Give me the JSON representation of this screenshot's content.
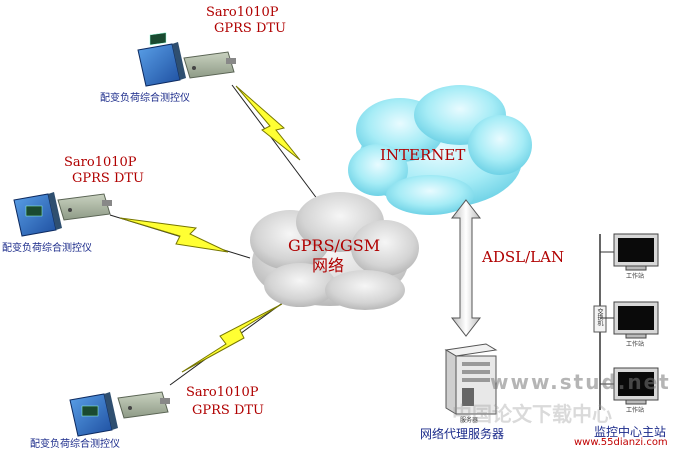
{
  "devices": [
    {
      "model": "Saro1010P",
      "dtu": "GPRS DTU",
      "meter_label": "配变负荷综合测控仪"
    },
    {
      "model": "Saro1010P",
      "dtu": "GPRS DTU",
      "meter_label": "配变负荷综合测控仪"
    },
    {
      "model": "Saro1010P",
      "dtu": "GPRS DTU",
      "meter_label": "配变负荷综合测控仪"
    }
  ],
  "gprs_cloud": {
    "line1": "GPRS/GSM",
    "line2": "网络"
  },
  "internet_cloud": {
    "label": "INTERNET"
  },
  "adsl_link": {
    "label": "ADSL/LAN"
  },
  "server": {
    "caption": "网络代理服务器",
    "box_text": "服务器"
  },
  "monitor": {
    "caption": "监控中心主站",
    "workstation_label": "工作站",
    "hub_label": "交换机"
  },
  "watermark": {
    "line1": "www.stud.net",
    "line2": "中国论文下载中心",
    "url": "www.55dianzi.com"
  },
  "colors": {
    "label_red": "#b00000",
    "label_blue": "#1a2a8a",
    "cloud_gray": "#d8d8d8",
    "cloud_cyan": "#9fe6f2",
    "lightning": "#ffff33"
  }
}
